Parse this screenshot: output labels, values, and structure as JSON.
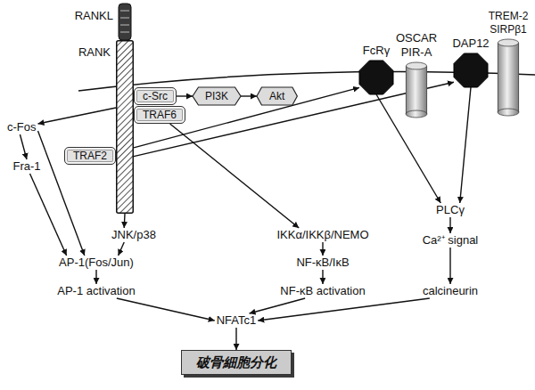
{
  "diagram": {
    "nodes": [
      {
        "text": [
          "RANKL"
        ]
      },
      {
        "text": [
          "RANK"
        ]
      },
      {
        "text": [
          "c-Src"
        ]
      },
      {
        "text": [
          "PI3K"
        ]
      },
      {
        "text": [
          "Akt"
        ]
      },
      {
        "text": [
          "FcRγ"
        ]
      },
      {
        "text": [
          "OSCAR PIR-A"
        ]
      },
      {
        "text": [
          "DAP12"
        ]
      },
      {
        "text": [
          "TREM-2 SIRPβ1"
        ]
      },
      {
        "text": [
          "TRAF6"
        ]
      },
      {
        "text": [
          "c-Fos"
        ]
      },
      {
        "text": [
          "TRAF2"
        ]
      },
      {
        "text": [
          "Fra-1"
        ]
      },
      {
        "text": [
          "JNK/p38"
        ]
      },
      {
        "text": [
          "IKKα/IKKβ/NEMO"
        ]
      },
      {
        "text": [
          "PLCγ"
        ]
      },
      {
        "text": [
          "AP-1(Fos/Jun)"
        ]
      },
      {
        "text": [
          "NF-κB/IκB"
        ]
      },
      {
        "text": [
          "Ca²⁺ signal"
        ]
      },
      {
        "text": [
          "AP-1 activation"
        ]
      },
      {
        "text": [
          "NF-κB activation"
        ]
      },
      {
        "text": [
          "calcineurin"
        ]
      },
      {
        "text": [
          "NFATc1"
        ]
      },
      {
        "text": [
          "破骨細胞分化"
        ]
      }
    ],
    "edges": [
      {
        "from": 1,
        "to": 10,
        "arrow": "to"
      },
      {
        "from": 2,
        "to": 3,
        "arrow": "to"
      },
      {
        "from": 3,
        "to": 4,
        "arrow": "to"
      },
      {
        "from": 1,
        "to": 5,
        "arrow": "to"
      },
      {
        "from": 1,
        "to": 7,
        "arrow": "to"
      },
      {
        "from": 9,
        "to": 14,
        "arrow": "to"
      },
      {
        "from": 10,
        "to": 12,
        "arrow": "to"
      },
      {
        "from": 10,
        "to": 16,
        "arrow": "to"
      },
      {
        "from": 12,
        "to": 16,
        "arrow": "to"
      },
      {
        "from": 1,
        "to": 13,
        "arrow": "to"
      },
      {
        "from": 13,
        "to": 16,
        "arrow": "to"
      },
      {
        "from": 14,
        "to": 17,
        "arrow": "to"
      },
      {
        "from": 5,
        "to": 15,
        "arrow": "to"
      },
      {
        "from": 7,
        "to": 15,
        "arrow": "to"
      },
      {
        "from": 16,
        "to": 19,
        "arrow": "to"
      },
      {
        "from": 17,
        "to": 20,
        "arrow": "to"
      },
      {
        "from": 15,
        "to": 18,
        "arrow": "to"
      },
      {
        "from": 18,
        "to": 21,
        "arrow": "to"
      },
      {
        "from": 19,
        "to": 22,
        "arrow": "to"
      },
      {
        "from": 20,
        "to": 22,
        "arrow": "to"
      },
      {
        "from": 21,
        "to": 22,
        "arrow": "to"
      },
      {
        "from": 22,
        "to": 23,
        "arrow": "to"
      }
    ]
  }
}
